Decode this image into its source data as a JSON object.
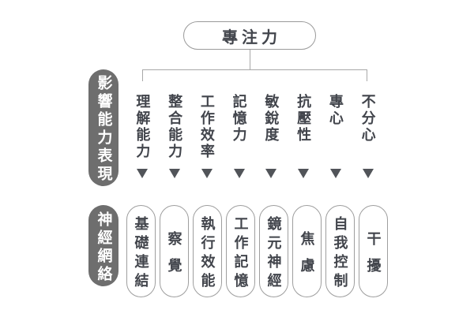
{
  "diagram": {
    "root_label": "專注力",
    "side_labels": [
      {
        "label": "影響能力表現"
      },
      {
        "label": "神經網絡"
      }
    ],
    "columns": [
      {
        "ability": "理解能力",
        "network": "基礎連結"
      },
      {
        "ability": "整合能力",
        "network": "察覺"
      },
      {
        "ability": "工作效率",
        "network": "執行效能"
      },
      {
        "ability": "記憶力",
        "network": "工作記憶"
      },
      {
        "ability": "敏銳度",
        "network": "鏡元神經"
      },
      {
        "ability": "抗壓性",
        "network": "焦慮"
      },
      {
        "ability": "專心",
        "network": "自我控制"
      },
      {
        "ability": "不分心",
        "network": "干擾"
      }
    ],
    "icons": {
      "arrow": "down-triangle-icon"
    },
    "colors": {
      "background": "#ffffff",
      "text": "#42454c",
      "pill_background": "#6e6e6e",
      "pill_text": "#ffffff",
      "line": "#a8a8a8",
      "box_border": "#9e9e9e",
      "triangle": "#515459"
    }
  }
}
